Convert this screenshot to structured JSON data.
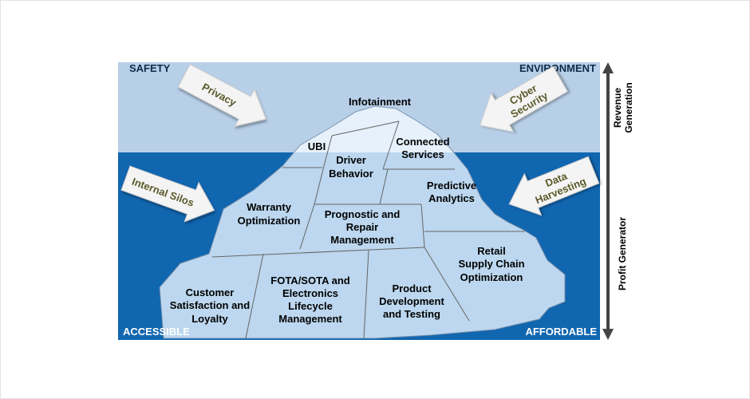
{
  "corners": {
    "top_left": "SAFETY",
    "top_right": "ENVIRONMENT",
    "bottom_left": "ACCESSIBLE",
    "bottom_right": "AFFORDABLE"
  },
  "axis": {
    "revenue_line1": "Revenue",
    "revenue_line2": "Generation",
    "profit": "Profit Generator"
  },
  "arrows": {
    "privacy": "Privacy",
    "internal_silos": "Internal Silos",
    "cyber_line1": "Cyber",
    "cyber_line2": "Security",
    "data_line1": "Data",
    "data_line2": "Harvesting"
  },
  "cells": {
    "infotainment": "Infotainment",
    "ubi": "UBI",
    "connected_line1": "Connected",
    "connected_line2": "Services",
    "driver_line1": "Driver",
    "driver_line2": "Behavior",
    "predictive_line1": "Predictive",
    "predictive_line2": "Analytics",
    "warranty_line1": "Warranty",
    "warranty_line2": "Optimization",
    "prognostic_line1": "Prognostic and",
    "prognostic_line2": "Repair",
    "prognostic_line3": "Management",
    "retail_line1": "Retail",
    "retail_line2": "Supply Chain",
    "retail_line3": "Optimization",
    "customer_line1": "Customer",
    "customer_line2": "Satisfaction and",
    "customer_line3": "Loyalty",
    "fota_line1": "FOTA/SOTA and",
    "fota_line2": "Electronics",
    "fota_line3": "Lifecycle",
    "fota_line4": "Management",
    "product_line1": "Product",
    "product_line2": "Development",
    "product_line3": "and Testing"
  },
  "colors": {
    "sky": "#b8cfe8",
    "sea": "#1166b0",
    "ice_top": "#e6f1fb",
    "ice_under": "#bcd7ef",
    "arrow_fill": "#f4f4f4",
    "arrow_text": "#5a5a2a",
    "dark": "#000000"
  }
}
